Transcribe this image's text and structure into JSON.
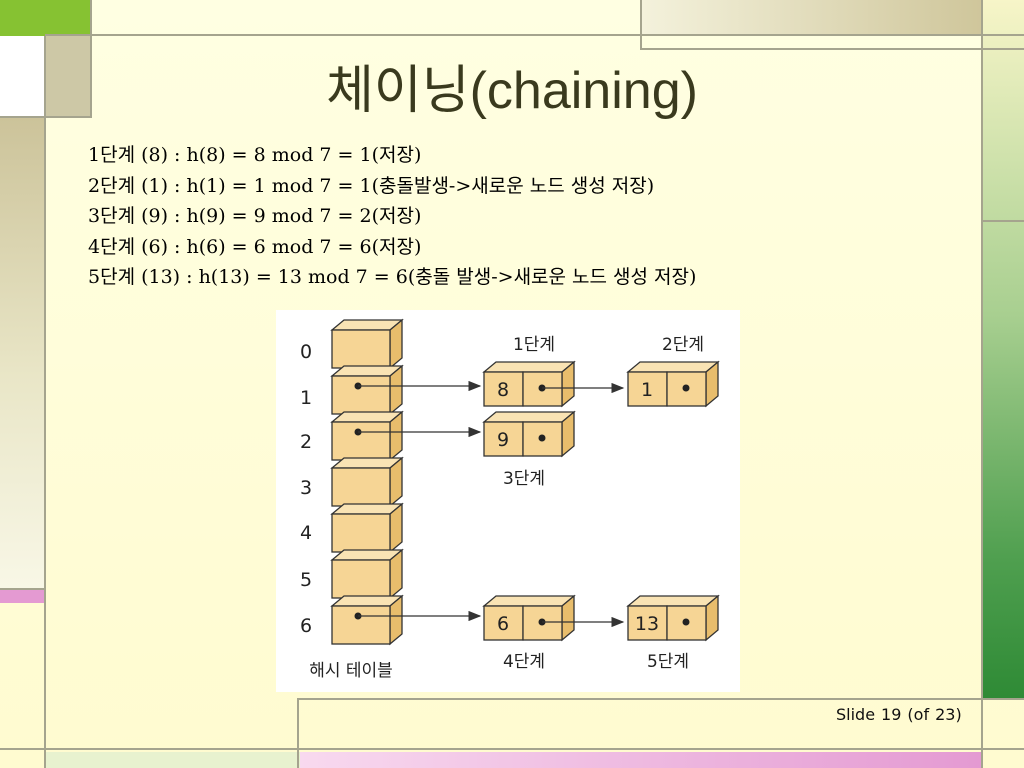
{
  "slide": {
    "title_korean": "체이닝",
    "title_english": "(chaining)",
    "steps": [
      "1단계 (8) : h(8) = 8 mod 7 = 1(저장)",
      "2단계 (1) : h(1) = 1 mod 7 = 1(충돌발생->새로운 노드 생성 저장)",
      "3단계 (9) : h(9) = 9 mod 7 = 2(저장)",
      "4단계 (6) : h(6) = 6 mod 7 = 6(저장)",
      "5단계 (13) : h(13) = 13 mod 7 = 6(충돌 발생->새로운 노드 생성 저장)"
    ],
    "footer": {
      "slide_word": "Slide",
      "slide_number": "19",
      "of_text": "(of",
      "total": "23)"
    }
  },
  "diagram": {
    "table_indices": [
      "0",
      "1",
      "2",
      "3",
      "4",
      "5",
      "6"
    ],
    "table_label": "해시 테이블",
    "node_labels": {
      "step1": "1단계",
      "step2": "2단계",
      "step3": "3단계",
      "step4": "4단계",
      "step5": "5단계"
    },
    "node_values": {
      "n8": "8",
      "n1": "1",
      "n9": "9",
      "n6": "6",
      "n13": "13"
    },
    "colors": {
      "cell_fill": "#f6d595",
      "cell_top": "#f9e3b4",
      "cell_side": "#e8bd6c",
      "stroke": "#333333"
    }
  },
  "theme": {
    "background": "#fffdd0",
    "olive": "#cdc8a6",
    "green": "#3f963f",
    "pink": "#e49ad2"
  }
}
